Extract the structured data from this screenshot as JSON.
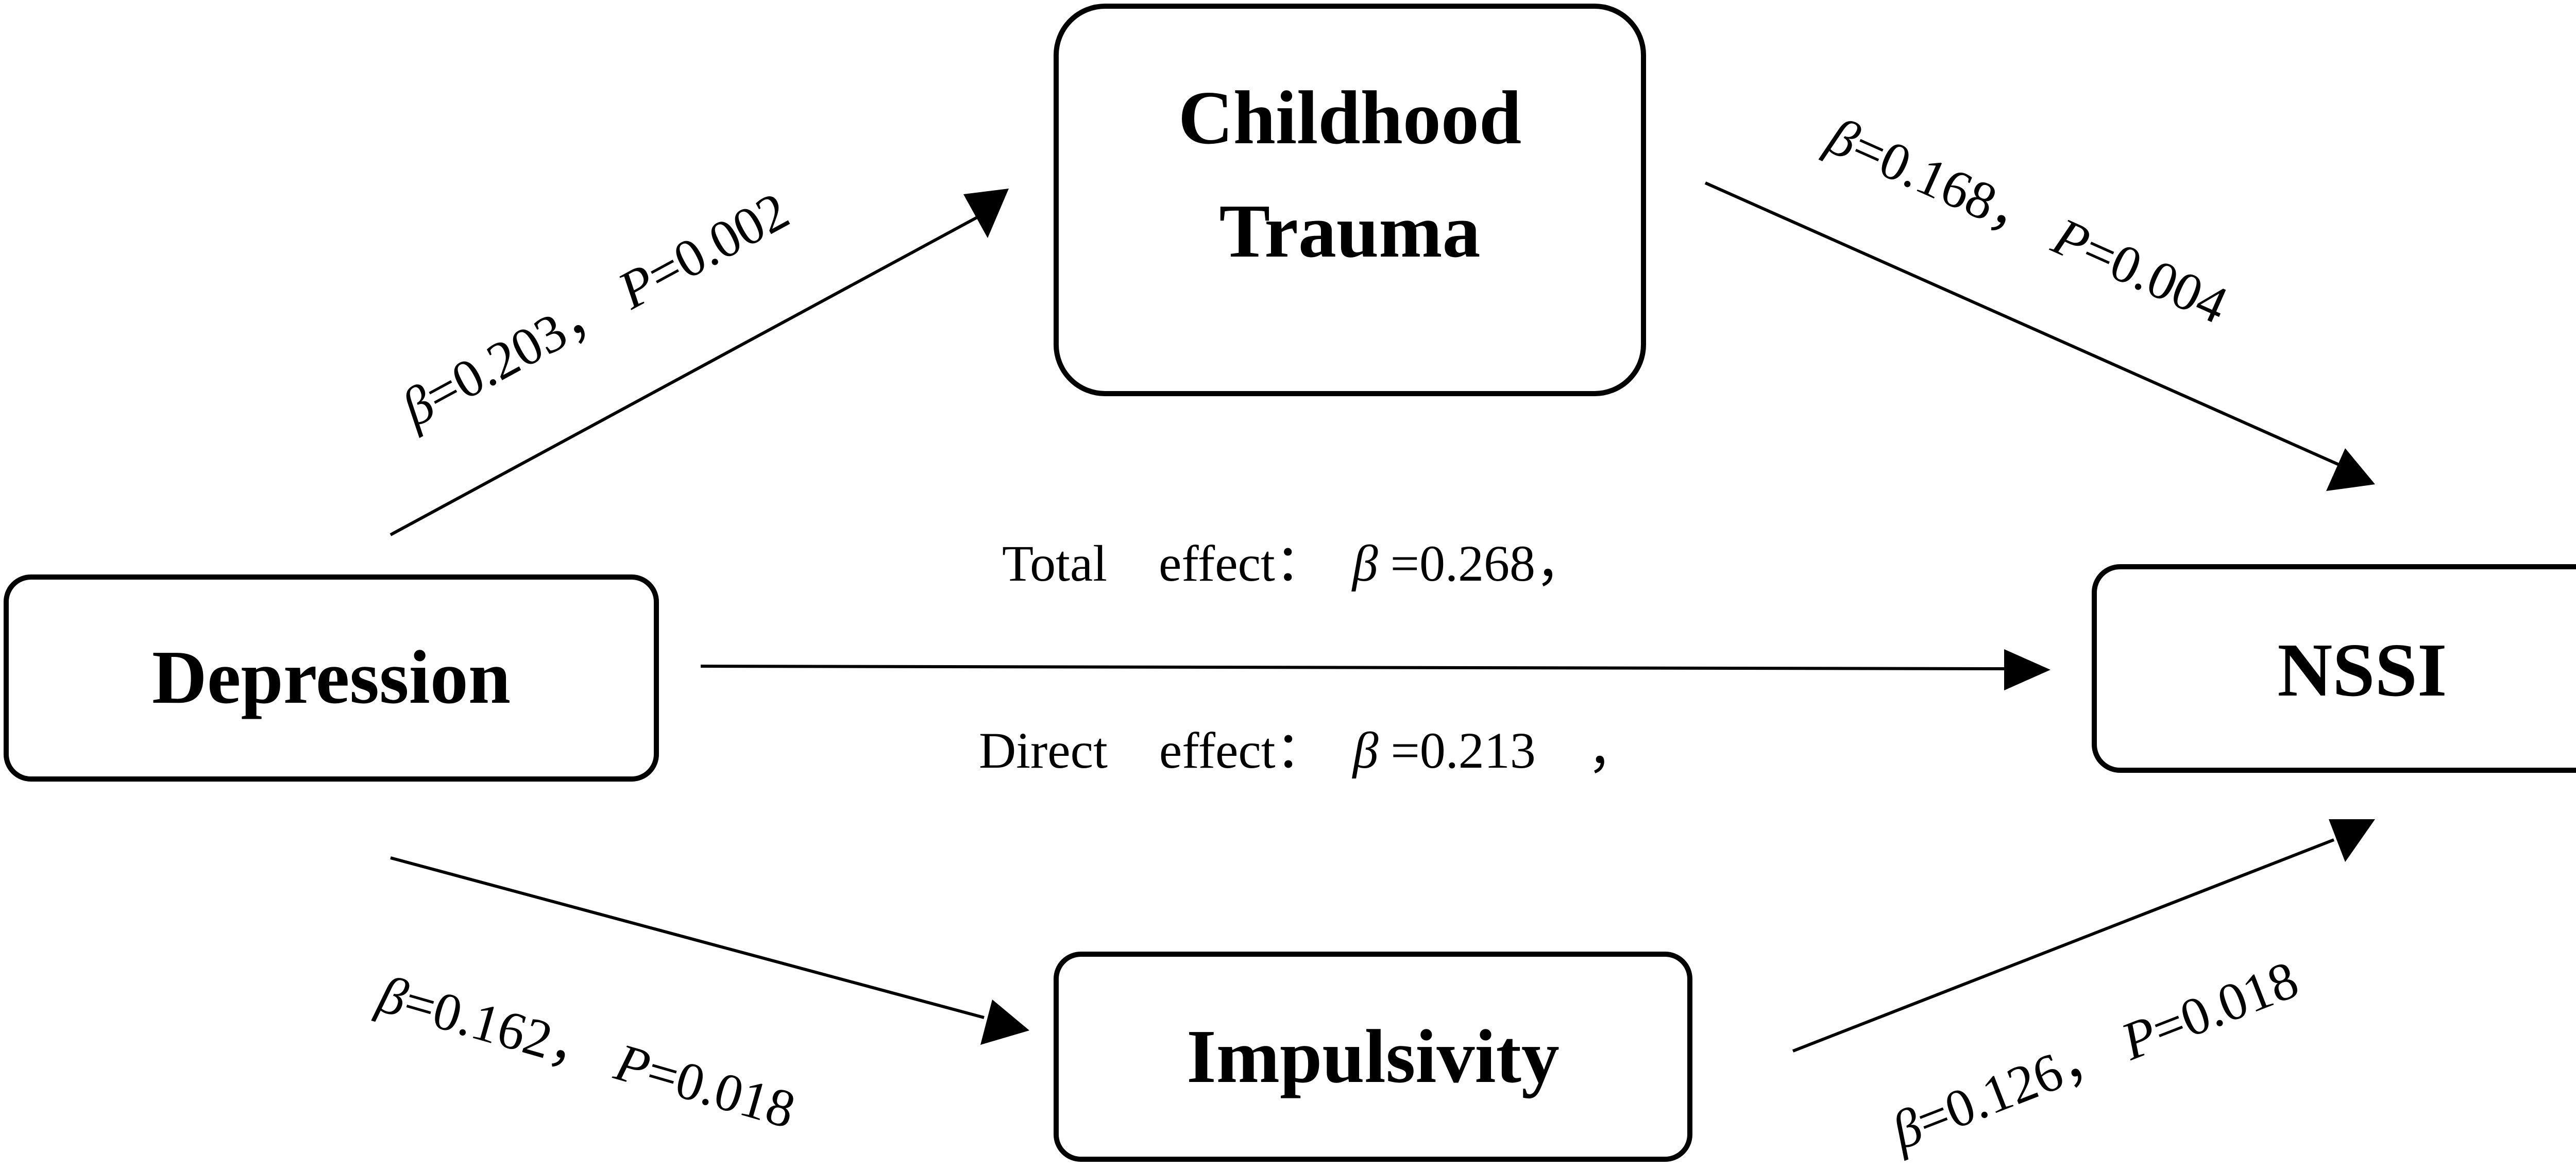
{
  "nodes": {
    "depression": "Depression",
    "childhood_trauma_line1": "Childhood",
    "childhood_trauma_line2": "Trauma",
    "impulsivity": "Impulsivity",
    "nssi": "NSSI"
  },
  "edges": {
    "depression_to_trauma": {
      "beta_sym": "β",
      "beta_val": "=0.203，",
      "p_sym": "P",
      "p_val": "=0.002"
    },
    "trauma_to_nssi": {
      "beta_sym": "β",
      "beta_val": "=0.168，",
      "p_sym": "P",
      "p_val": "=0.004"
    },
    "depression_to_impulsivity": {
      "beta_sym": "β",
      "beta_val": "=0.162，",
      "p_sym": "P",
      "p_val": "=0.018"
    },
    "impulsivity_to_nssi": {
      "beta_sym": "β",
      "beta_val": "=0.126，",
      "p_sym": "P",
      "p_val": "=0.018"
    }
  },
  "effects": {
    "total": {
      "label": "Total　effect：",
      "beta_sym": "β",
      "value": "=0.268，"
    },
    "direct": {
      "label": "Direct　effect：",
      "beta_sym": "β",
      "value": "=0.213　，"
    }
  },
  "colors": {
    "stroke": "#000000",
    "background": "#ffffff"
  }
}
